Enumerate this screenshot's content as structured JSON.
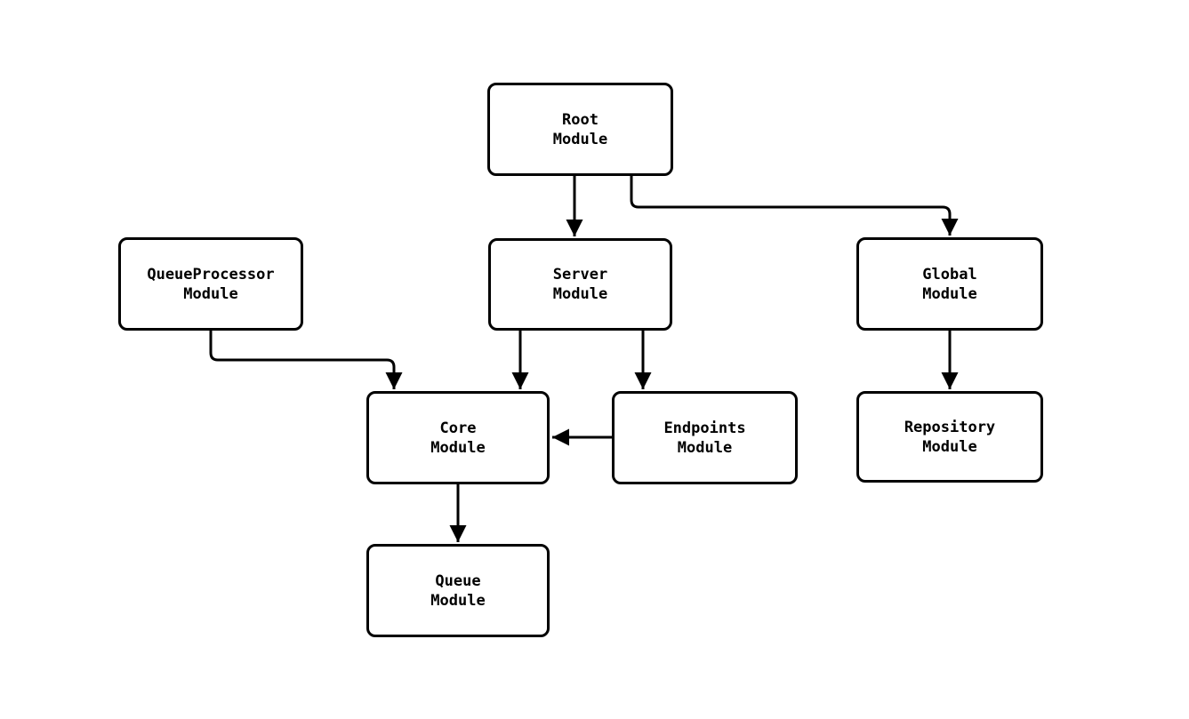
{
  "diagram": {
    "type": "module-dependency-flowchart",
    "background_color": "#ffffff",
    "stroke_color": "#000000",
    "nodes": {
      "root": {
        "label": "Root\nModule"
      },
      "queueproc": {
        "label": "QueueProcessor\nModule"
      },
      "server": {
        "label": "Server\nModule"
      },
      "global": {
        "label": "Global\nModule"
      },
      "core": {
        "label": "Core\nModule"
      },
      "endpoints": {
        "label": "Endpoints\nModule"
      },
      "repository": {
        "label": "Repository\nModule"
      },
      "queue": {
        "label": "Queue\nModule"
      }
    },
    "edges": [
      {
        "from": "Root Module",
        "to": "Server Module"
      },
      {
        "from": "Root Module",
        "to": "Global Module"
      },
      {
        "from": "QueueProcessor Module",
        "to": "Core Module"
      },
      {
        "from": "Server Module",
        "to": "Core Module"
      },
      {
        "from": "Server Module",
        "to": "Endpoints Module"
      },
      {
        "from": "Endpoints Module",
        "to": "Core Module"
      },
      {
        "from": "Global Module",
        "to": "Repository Module"
      },
      {
        "from": "Core Module",
        "to": "Queue Module"
      }
    ]
  }
}
